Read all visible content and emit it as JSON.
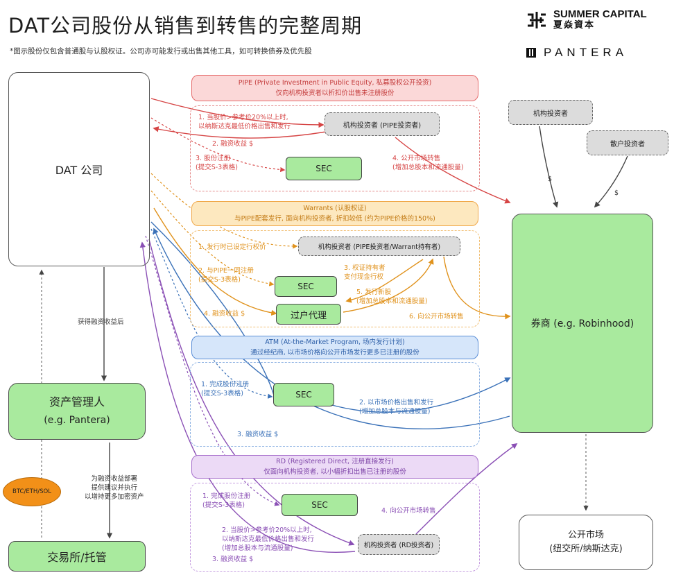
{
  "title": "DAT公司股份从销售到转售的完整周期",
  "subtitle": "*图示股份仅包含普通股与认股权证。公司亦可能发行或出售其他工具，如可转换债券及优先股",
  "logos": {
    "summer_en": "SUMMER CAPITAL",
    "summer_cn": "夏焱資本",
    "pantera": "PANTERA"
  },
  "nodes": {
    "dat": "DAT 公司",
    "asset_manager_1": "资产管理人",
    "asset_manager_2": "(e.g. Pantera)",
    "btc": "BTC/ETH/SOL",
    "exchange": "交易所/托管",
    "broker": "券商 (e.g. Robinhood)",
    "market_1": "公开市场",
    "market_2": "(纽交所/纳斯达克)",
    "inst_top": "机构投资者",
    "retail_top": "散户投资者"
  },
  "side_labels": {
    "dat_to_am": "获得融资收益后",
    "am_to_ex_1": "为融资收益部署",
    "am_to_ex_2": "提供建议并执行",
    "am_to_ex_3": "以增持更多加密资产",
    "dollar_1": "$",
    "dollar_2": "$"
  },
  "pipe": {
    "header_1": "PIPE (Private Investment in Public Equity, 私募股权公开投资)",
    "header_2": "仅向机构投资者以折扣价出售未注册股份",
    "investor": "机构投资者 (PIPE投资者)",
    "sec": "SEC",
    "step1_a": "1. 当股价>参考价20%以上时,",
    "step1_b": "以纳斯达克最低价格出售和发行",
    "step2": "2. 融资收益 $",
    "step3_a": "3. 股份注册",
    "step3_b": "(提交S-3表格)",
    "step4_a": "4. 公开市场转售",
    "step4_b": "(增加总股本和流通股量)"
  },
  "warrants": {
    "header_1": "Warrants (认股权证)",
    "header_2": "与PIPE配套发行, 面向机构投资者, 折扣较低 (约为PIPE价格的150%)",
    "investor": "机构投资者 (PIPE投资者/Warrant持有者)",
    "sec": "SEC",
    "agent": "过户代理",
    "step1": "1. 发行时已设定行权价",
    "step2_a": "2. 与PIPE一同注册",
    "step2_b": "(提交S-3表格)",
    "step3_a": "3. 权证持有者",
    "step3_b": "支付现金行权",
    "step4": "4. 融资收益 $",
    "step5_a": "5. 发行新股",
    "step5_b": "(增加总股本和流通股量)",
    "step6": "6. 向公开市场转售"
  },
  "atm": {
    "header_1": "ATM (At-the-Market Program, 场内发行计划)",
    "header_2": "通过经纪商, 以市场价格向公开市场发行更多已注册的股份",
    "sec": "SEC",
    "step1_a": "1. 完成股份注册",
    "step1_b": "(提交S-3表格)",
    "step2_a": "2. 以市场价格出售和发行",
    "step2_b": "(增加总股本与流通股量)",
    "step3": "3. 融资收益 $"
  },
  "rd": {
    "header_1": "RD (Registered Direct, 注册直接发行)",
    "header_2": "仅面向机构投资者, 以小幅折扣出售已注册的股份",
    "sec": "SEC",
    "investor": "机构投资者 (RD投资者)",
    "step1_a": "1. 完成股份注册",
    "step1_b": "(提交S-3表格)",
    "step2_a": "2. 当股价>参考价20%以上时,",
    "step2_b": "以纳斯达克最低价格出售和发行",
    "step2_c": "(增加总股本与流通股量)",
    "step3": "3. 融资收益 $",
    "step4": "4. 向公开市场转售"
  },
  "colors": {
    "pipe": "#d64545",
    "warrants": "#e0921c",
    "atm": "#3a71b8",
    "rd": "#8a4fb5",
    "green_fill": "#a9ea9e"
  }
}
